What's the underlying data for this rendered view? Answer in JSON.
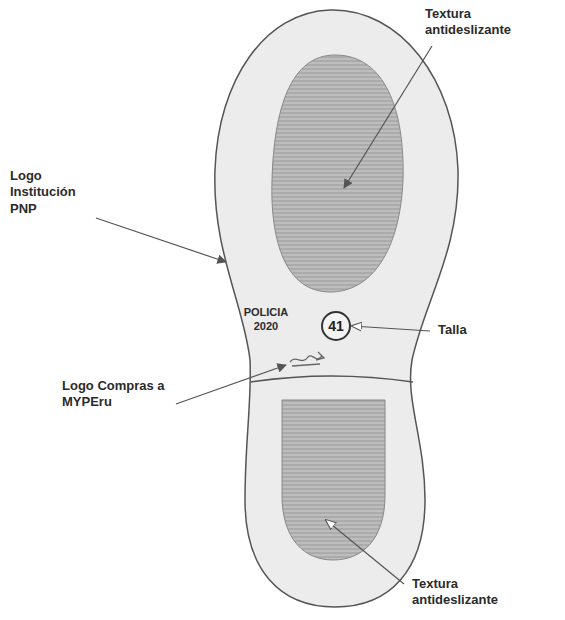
{
  "diagram": {
    "nodes": [
      {
        "text": [
          "41"
        ]
      }
    ],
    "labels": [
      "Textura antideslizante",
      "Logo Institución PNP",
      "POLICIA 2020",
      "Talla",
      "Logo Compras a MYPEru",
      "Textura antideslizante"
    ]
  }
}
